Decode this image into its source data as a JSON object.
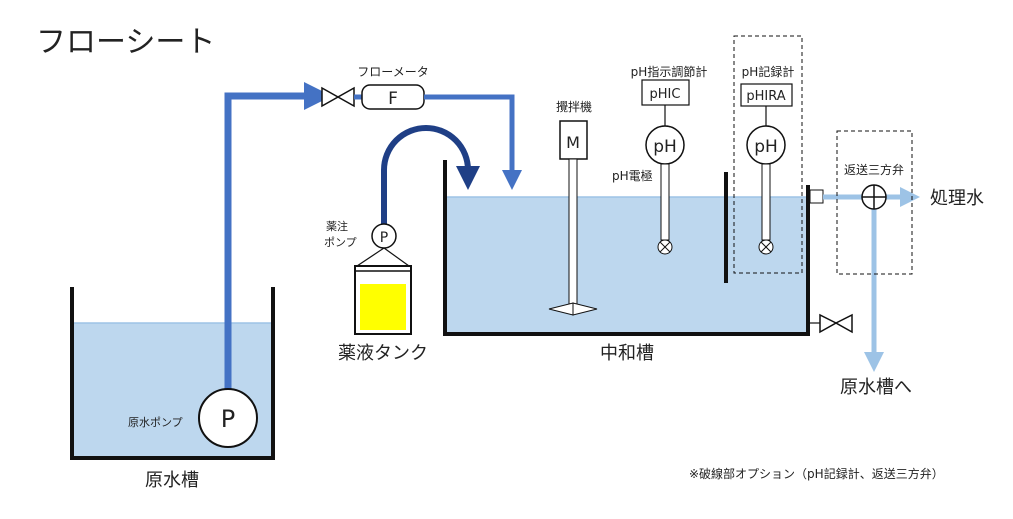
{
  "title": "フローシート",
  "labels": {
    "flow_meter": "フローメータ",
    "flow_meter_symbol": "F",
    "chem_pump_line1": "薬注",
    "chem_pump_line2": "ポンプ",
    "chem_pump_symbol": "P",
    "chem_tank": "薬液タンク",
    "neutral_tank": "中和槽",
    "raw_tank": "原水槽",
    "raw_pump": "原水ポンプ",
    "raw_pump_symbol": "P",
    "stirrer": "攪拌機",
    "stirrer_symbol": "M",
    "ph_controller": "pH指示調節計",
    "ph_controller_box": "pHIC",
    "ph_recorder": "pH記録計",
    "ph_recorder_box": "pHIRA",
    "ph_electrode": "pH電極",
    "ph_symbol_1": "pH",
    "ph_symbol_2": "pH",
    "three_way_valve": "返送三方弁",
    "treated_water": "処理水",
    "to_raw_tank": "原水槽へ",
    "note": "※破線部オプション（pH記録計、返送三方弁）"
  },
  "colors": {
    "water": "#bdd7ee",
    "water_surface": "#9dc3e6",
    "pipe_main": "#4472c4",
    "pipe_light": "#9dc3e6",
    "chem_pipe": "#1f3f86",
    "chemical": "#ffff00",
    "tank_wall": "#111111"
  }
}
